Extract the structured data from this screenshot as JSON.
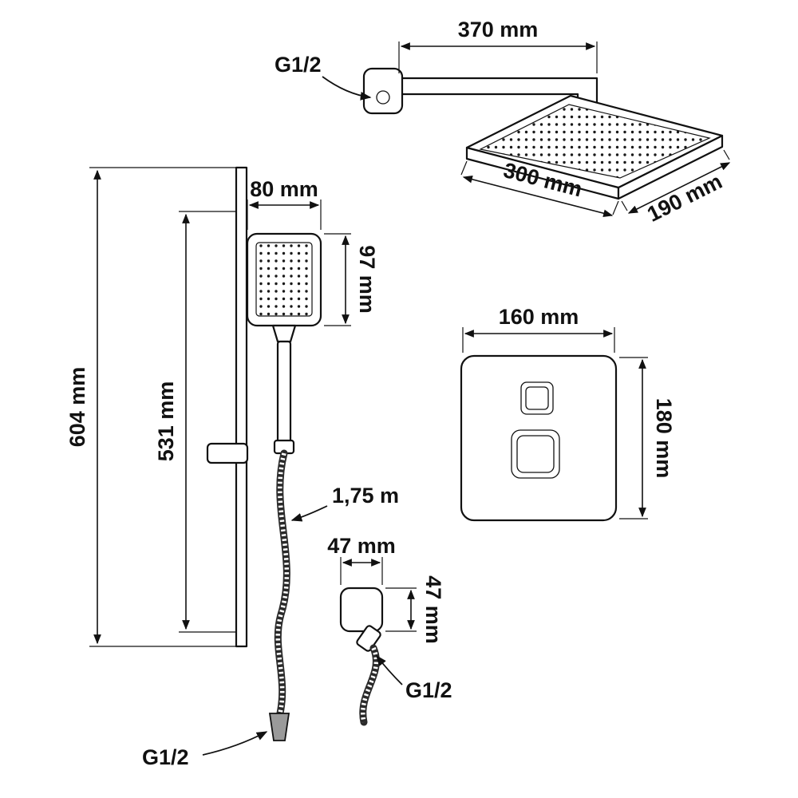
{
  "diagram": {
    "type": "technical-drawing",
    "subject": "Shower system installation dimensions",
    "dimensions": {
      "shower_arm_length": "370 mm",
      "shower_arm_thread": "G1/2",
      "shower_head_width": "300 mm",
      "shower_head_depth": "190 mm",
      "slide_bar_overall": "604 mm",
      "slide_bar_travel": "531 mm",
      "hand_shower_width": "80 mm",
      "hand_shower_head_height": "97 mm",
      "hose_length": "1,75 m",
      "hose_thread": "G1/2",
      "mixer_plate_width": "160 mm",
      "mixer_plate_height": "180 mm",
      "wall_outlet_width": "47 mm",
      "wall_outlet_height": "47 mm",
      "wall_outlet_thread": "G1/2"
    },
    "colors": {
      "line": "#111111",
      "background": "#ffffff",
      "connector": "#9a9a9a"
    }
  }
}
